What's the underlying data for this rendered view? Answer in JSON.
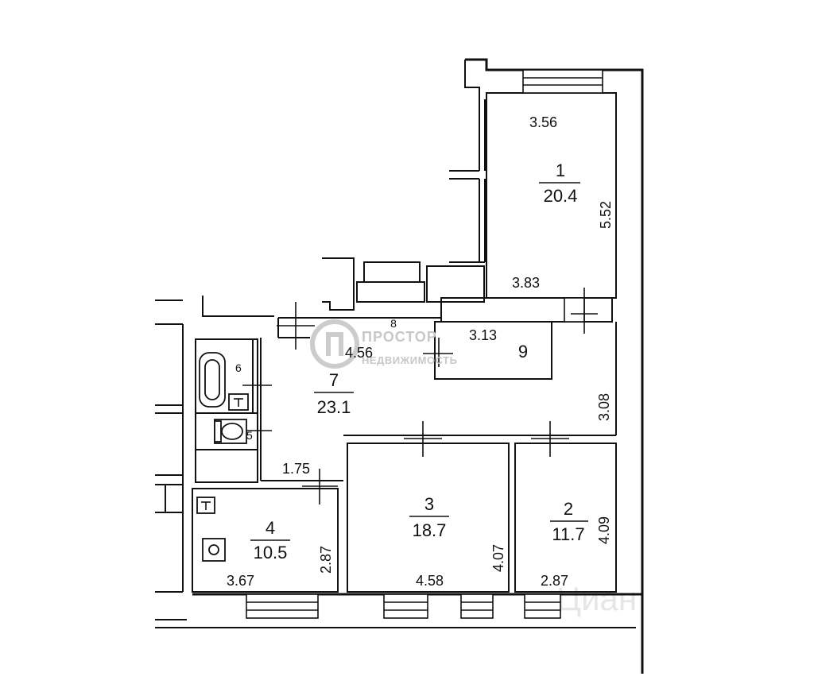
{
  "rooms": [
    {
      "number": "1",
      "area": "20.4"
    },
    {
      "number": "2",
      "area": "11.7"
    },
    {
      "number": "3",
      "area": "18.7"
    },
    {
      "number": "4",
      "area": "10.5"
    },
    {
      "number": "5"
    },
    {
      "number": "6"
    },
    {
      "number": "7",
      "area": "23.1"
    },
    {
      "number": "8"
    },
    {
      "number": "9"
    }
  ],
  "dimensions": {
    "r1_top": "3.56",
    "r1_side": "5.52",
    "r1_bottom": "3.83",
    "r9_width": "3.13",
    "hall_width": "4.56",
    "hall_side": "3.08",
    "corridor": "1.75",
    "r3_side": "4.07",
    "r3_bottom": "4.58",
    "r2_side": "4.09",
    "r2_bottom": "2.87",
    "r4_side": "2.87",
    "r4_bottom": "3.67"
  },
  "logo": {
    "name": "ПРОСТОР",
    "tagline": "НЕДВИЖИМОСТЬ"
  },
  "watermark": "Циан"
}
